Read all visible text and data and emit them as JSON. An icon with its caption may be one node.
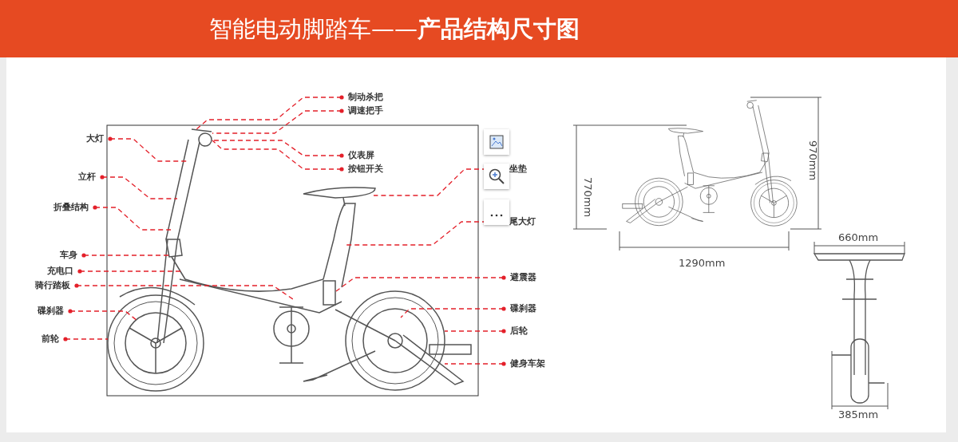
{
  "diagram": {
    "title": "智能电动脚踏车——**产品结构尺寸图**",
    "nodes": [
      {
        "text": [
          "制动杀把"
        ]
      },
      {
        "text": [
          "调速把手"
        ]
      },
      {
        "text": [
          "大灯"
        ]
      },
      {
        "text": [
          "仪表屏"
        ]
      },
      {
        "text": [
          "按钮开关"
        ]
      },
      {
        "text": [
          "坐垫"
        ]
      },
      {
        "text": [
          "立杆"
        ]
      },
      {
        "text": [
          "折叠结构"
        ]
      },
      {
        "text": [
          "尾大灯"
        ]
      },
      {
        "text": [
          "车身"
        ]
      },
      {
        "text": [
          "充电口"
        ]
      },
      {
        "text": [
          "避震器"
        ]
      },
      {
        "text": [
          "骑行踏板"
        ]
      },
      {
        "text": [
          "碟刹器"
        ]
      },
      {
        "text": [
          "碟刹器"
        ]
      },
      {
        "text": [
          "后轮"
        ]
      },
      {
        "text": [
          "前轮"
        ]
      },
      {
        "text": [
          "健身车架"
        ]
      }
    ],
    "edges": [
      {
        "from": 0,
        "to": null,
        "arrow": "other",
        "style": "dashed"
      },
      {
        "from": 1,
        "to": null,
        "arrow": "other",
        "style": "dashed"
      },
      {
        "from": 2,
        "to": null,
        "arrow": "other",
        "style": "dashed"
      },
      {
        "from": 3,
        "to": null,
        "arrow": "other",
        "style": "dashed"
      },
      {
        "from": 4,
        "to": null,
        "arrow": "other",
        "style": "dashed"
      },
      {
        "from": 5,
        "to": null,
        "arrow": "other",
        "style": "dashed"
      },
      {
        "from": 6,
        "to": null,
        "arrow": "other",
        "style": "dashed"
      },
      {
        "from": 7,
        "to": null,
        "arrow": "other",
        "style": "dashed"
      },
      {
        "from": 8,
        "to": null,
        "arrow": "other",
        "style": "dashed"
      },
      {
        "from": 9,
        "to": null,
        "arrow": "other",
        "style": "dashed"
      },
      {
        "from": 10,
        "to": null,
        "arrow": "other",
        "style": "dashed"
      },
      {
        "from": 11,
        "to": null,
        "arrow": "other",
        "style": "dashed"
      },
      {
        "from": 12,
        "to": null,
        "arrow": "other",
        "style": "dashed"
      },
      {
        "from": 13,
        "to": null,
        "arrow": "other",
        "style": "dashed"
      },
      {
        "from": 14,
        "to": null,
        "arrow": "other",
        "style": "dashed"
      },
      {
        "from": 15,
        "to": null,
        "arrow": "other",
        "style": "dashed"
      },
      {
        "from": 16,
        "to": null,
        "arrow": "other",
        "style": "dashed"
      },
      {
        "from": 17,
        "to": null,
        "arrow": "other",
        "style": "dashed"
      }
    ],
    "labels": [
      "770mm",
      "970mm",
      "1290mm",
      "660mm",
      "385mm"
    ]
  }
}
